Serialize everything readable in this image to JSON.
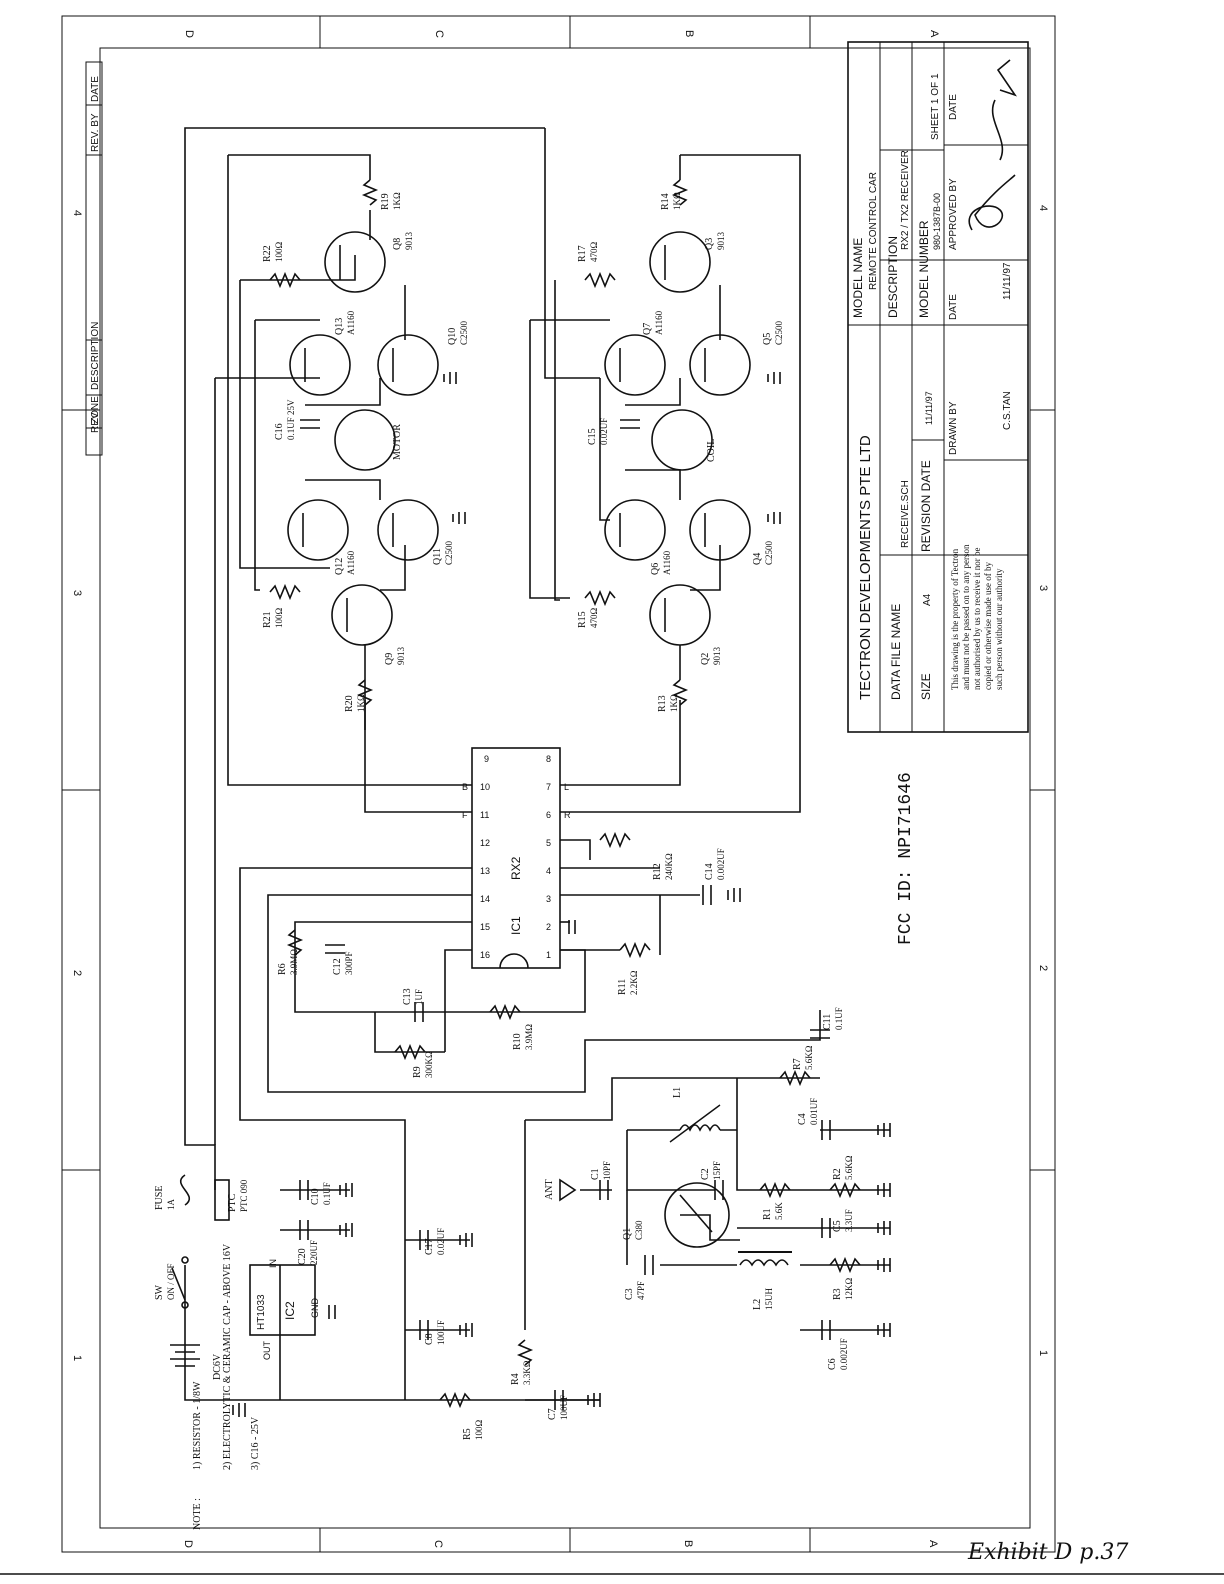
{
  "border_zones": {
    "top": [
      "D",
      "C",
      "B",
      "A"
    ],
    "bottom": [
      "D",
      "C",
      "B",
      "A"
    ],
    "left": [
      "4",
      "3",
      "2",
      "1"
    ],
    "right": [
      "4",
      "3",
      "2",
      "1"
    ]
  },
  "revision_block": {
    "rev": "REV",
    "zone": "ZONE",
    "description": "DESCRIPTION",
    "rev_by": "REV. BY",
    "date": "DATE"
  },
  "title_block": {
    "company": "TECTRON DEVELOPMENTS PTE LTD",
    "model_name_label": "MODEL NAME",
    "model_name": "REMOTE CONTROL CAR",
    "description_label": "DESCRIPTION",
    "description": "RX2 / TX2 RECEIVER",
    "model_number_label": "MODEL NUMBER",
    "model_number": "980-1387B-00",
    "sheet": "SHEET 1 OF 1",
    "data_file_label": "DATA FILE NAME",
    "data_file": "RECEIVE.SCH",
    "size_label": "SIZE",
    "size": "A4",
    "revision_date_label": "REVISION DATE",
    "revision_date": "11/11/97",
    "drawn_by_label": "DRAWN BY",
    "drawn_by": "C.S.TAN",
    "date_label": "DATE",
    "date": "11/11/97",
    "approved_by_label": "APPROVED BY",
    "approved_date": "11/11/97",
    "notice": [
      "This drawing is the property of Tectron",
      "and must not be passed on to any person",
      "not authorised by us to receive it nor be",
      "copied or otherwise made use of by",
      "such person without our authority"
    ]
  },
  "fcc_id": "FCC ID: NPI71646",
  "notes": {
    "label": "NOTE :",
    "items": [
      "1) RESISTOR - 1/8W",
      "2) ELECTROLYTIC & CERAMIC CAP - ABOVE 16V",
      "3) C16 - 25V"
    ]
  },
  "ic1": {
    "name": "RX2",
    "ref": "IC1",
    "pins_top": [
      "9",
      "10",
      "11",
      "12",
      "13",
      "14",
      "15",
      "16"
    ],
    "pins_bottom": [
      "8",
      "7",
      "6",
      "5",
      "4",
      "3",
      "2",
      "1"
    ],
    "pin_names": [
      "B",
      "F",
      "L",
      "R"
    ]
  },
  "ic2": {
    "ref": "IC2",
    "part": "HT1033",
    "in": "IN",
    "out": "OUT",
    "gnd": "GND"
  },
  "components": [
    {
      "ref": "R19",
      "value": "1KΩ"
    },
    {
      "ref": "R22",
      "value": "100Ω"
    },
    {
      "ref": "Q8",
      "value": "9013"
    },
    {
      "ref": "Q13",
      "value": "A1160"
    },
    {
      "ref": "Q10",
      "value": "C2500"
    },
    {
      "ref": "C16",
      "value": "0.1UF 25V"
    },
    {
      "ref": "MOTOR",
      "value": ""
    },
    {
      "ref": "Q12",
      "value": "A1160"
    },
    {
      "ref": "Q11",
      "value": "C2500"
    },
    {
      "ref": "R21",
      "value": "100Ω"
    },
    {
      "ref": "Q9",
      "value": "9013"
    },
    {
      "ref": "R20",
      "value": "1KΩ"
    },
    {
      "ref": "R14",
      "value": "1KΩ"
    },
    {
      "ref": "R17",
      "value": "470Ω"
    },
    {
      "ref": "Q3",
      "value": "9013"
    },
    {
      "ref": "Q7",
      "value": "A1160"
    },
    {
      "ref": "Q5",
      "value": "C2500"
    },
    {
      "ref": "C15",
      "value": "0.02UF"
    },
    {
      "ref": "COIL",
      "value": ""
    },
    {
      "ref": "Q6",
      "value": "A1160"
    },
    {
      "ref": "Q4",
      "value": "C2500"
    },
    {
      "ref": "R15",
      "value": "470Ω"
    },
    {
      "ref": "Q2",
      "value": "9013"
    },
    {
      "ref": "R13",
      "value": "1KΩ"
    },
    {
      "ref": "R12",
      "value": "240KΩ"
    },
    {
      "ref": "C14",
      "value": "0.002UF"
    },
    {
      "ref": "R6",
      "value": "3.9MΩ"
    },
    {
      "ref": "C12",
      "value": "300PF"
    },
    {
      "ref": "C13",
      "value": "1UF"
    },
    {
      "ref": "R11",
      "value": "2.2KΩ"
    },
    {
      "ref": "R10",
      "value": "3.9MΩ"
    },
    {
      "ref": "R9",
      "value": "300KΩ"
    },
    {
      "ref": "C11",
      "value": "0.1UF"
    },
    {
      "ref": "R7",
      "value": "5.6KΩ"
    },
    {
      "ref": "L1",
      "value": ""
    },
    {
      "ref": "C4",
      "value": "0.01UF"
    },
    {
      "ref": "C1",
      "value": "10PF"
    },
    {
      "ref": "C2",
      "value": "15PF"
    },
    {
      "ref": "R1",
      "value": "5.6K"
    },
    {
      "ref": "R2",
      "value": "5.6KΩ"
    },
    {
      "ref": "C5",
      "value": "3.3UF"
    },
    {
      "ref": "Q1",
      "value": "C380"
    },
    {
      "ref": "C3",
      "value": "47PF"
    },
    {
      "ref": "L2",
      "value": "15UH"
    },
    {
      "ref": "R3",
      "value": "12KΩ"
    },
    {
      "ref": "C6",
      "value": "0.002UF"
    },
    {
      "ref": "ANT",
      "value": ""
    },
    {
      "ref": "FUSE",
      "value": "1A"
    },
    {
      "ref": "PTC",
      "value": "PTC 090"
    },
    {
      "ref": "SW",
      "value": "ON / OFF"
    },
    {
      "ref": "DC6V",
      "value": ""
    },
    {
      "ref": "C10",
      "value": "0.1UF"
    },
    {
      "ref": "C20",
      "value": "220UF"
    },
    {
      "ref": "C17",
      "value": "0.02UF"
    },
    {
      "ref": "C8",
      "value": "100UF"
    },
    {
      "ref": "R4",
      "value": "3.3KΩ"
    },
    {
      "ref": "C7",
      "value": "100UF"
    },
    {
      "ref": "R5",
      "value": "100Ω"
    }
  ],
  "footer": {
    "exhibit": "Exhibit D p.37"
  }
}
